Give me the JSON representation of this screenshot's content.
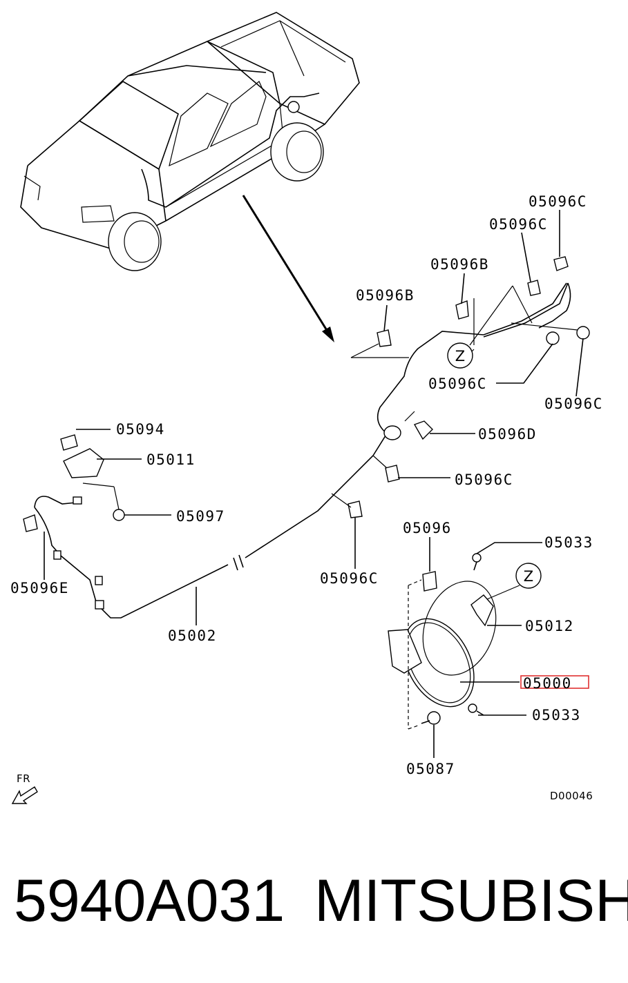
{
  "diagram": {
    "drawing_code": "D00046",
    "front_marker": "FR",
    "detail_marker": "Z",
    "callouts": [
      {
        "id": "c-05096C-top",
        "label": "05096C"
      },
      {
        "id": "c-05096C-2",
        "label": "05096C"
      },
      {
        "id": "c-05096B-right",
        "label": "05096B"
      },
      {
        "id": "c-05096B-left",
        "label": "05096B"
      },
      {
        "id": "c-05096C-mid",
        "label": "05096C"
      },
      {
        "id": "c-05096C-right",
        "label": "05096C"
      },
      {
        "id": "c-05094",
        "label": "05094"
      },
      {
        "id": "c-05011",
        "label": "05011"
      },
      {
        "id": "c-05096D",
        "label": "05096D"
      },
      {
        "id": "c-05096C-lower",
        "label": "05096C"
      },
      {
        "id": "c-05097",
        "label": "05097"
      },
      {
        "id": "c-05096",
        "label": "05096"
      },
      {
        "id": "c-05033-top",
        "label": "05033"
      },
      {
        "id": "c-05096E",
        "label": "05096E"
      },
      {
        "id": "c-05096C-bottom",
        "label": "05096C"
      },
      {
        "id": "c-05012",
        "label": "05012"
      },
      {
        "id": "c-05002",
        "label": "05002"
      },
      {
        "id": "c-05000",
        "label": "05000",
        "highlighted": true
      },
      {
        "id": "c-05033-bottom",
        "label": "05033"
      },
      {
        "id": "c-05087",
        "label": "05087"
      }
    ],
    "highlight_color": "#e03030"
  },
  "footer": {
    "part_number": "5940A031",
    "brand": "MITSUBISHI"
  }
}
